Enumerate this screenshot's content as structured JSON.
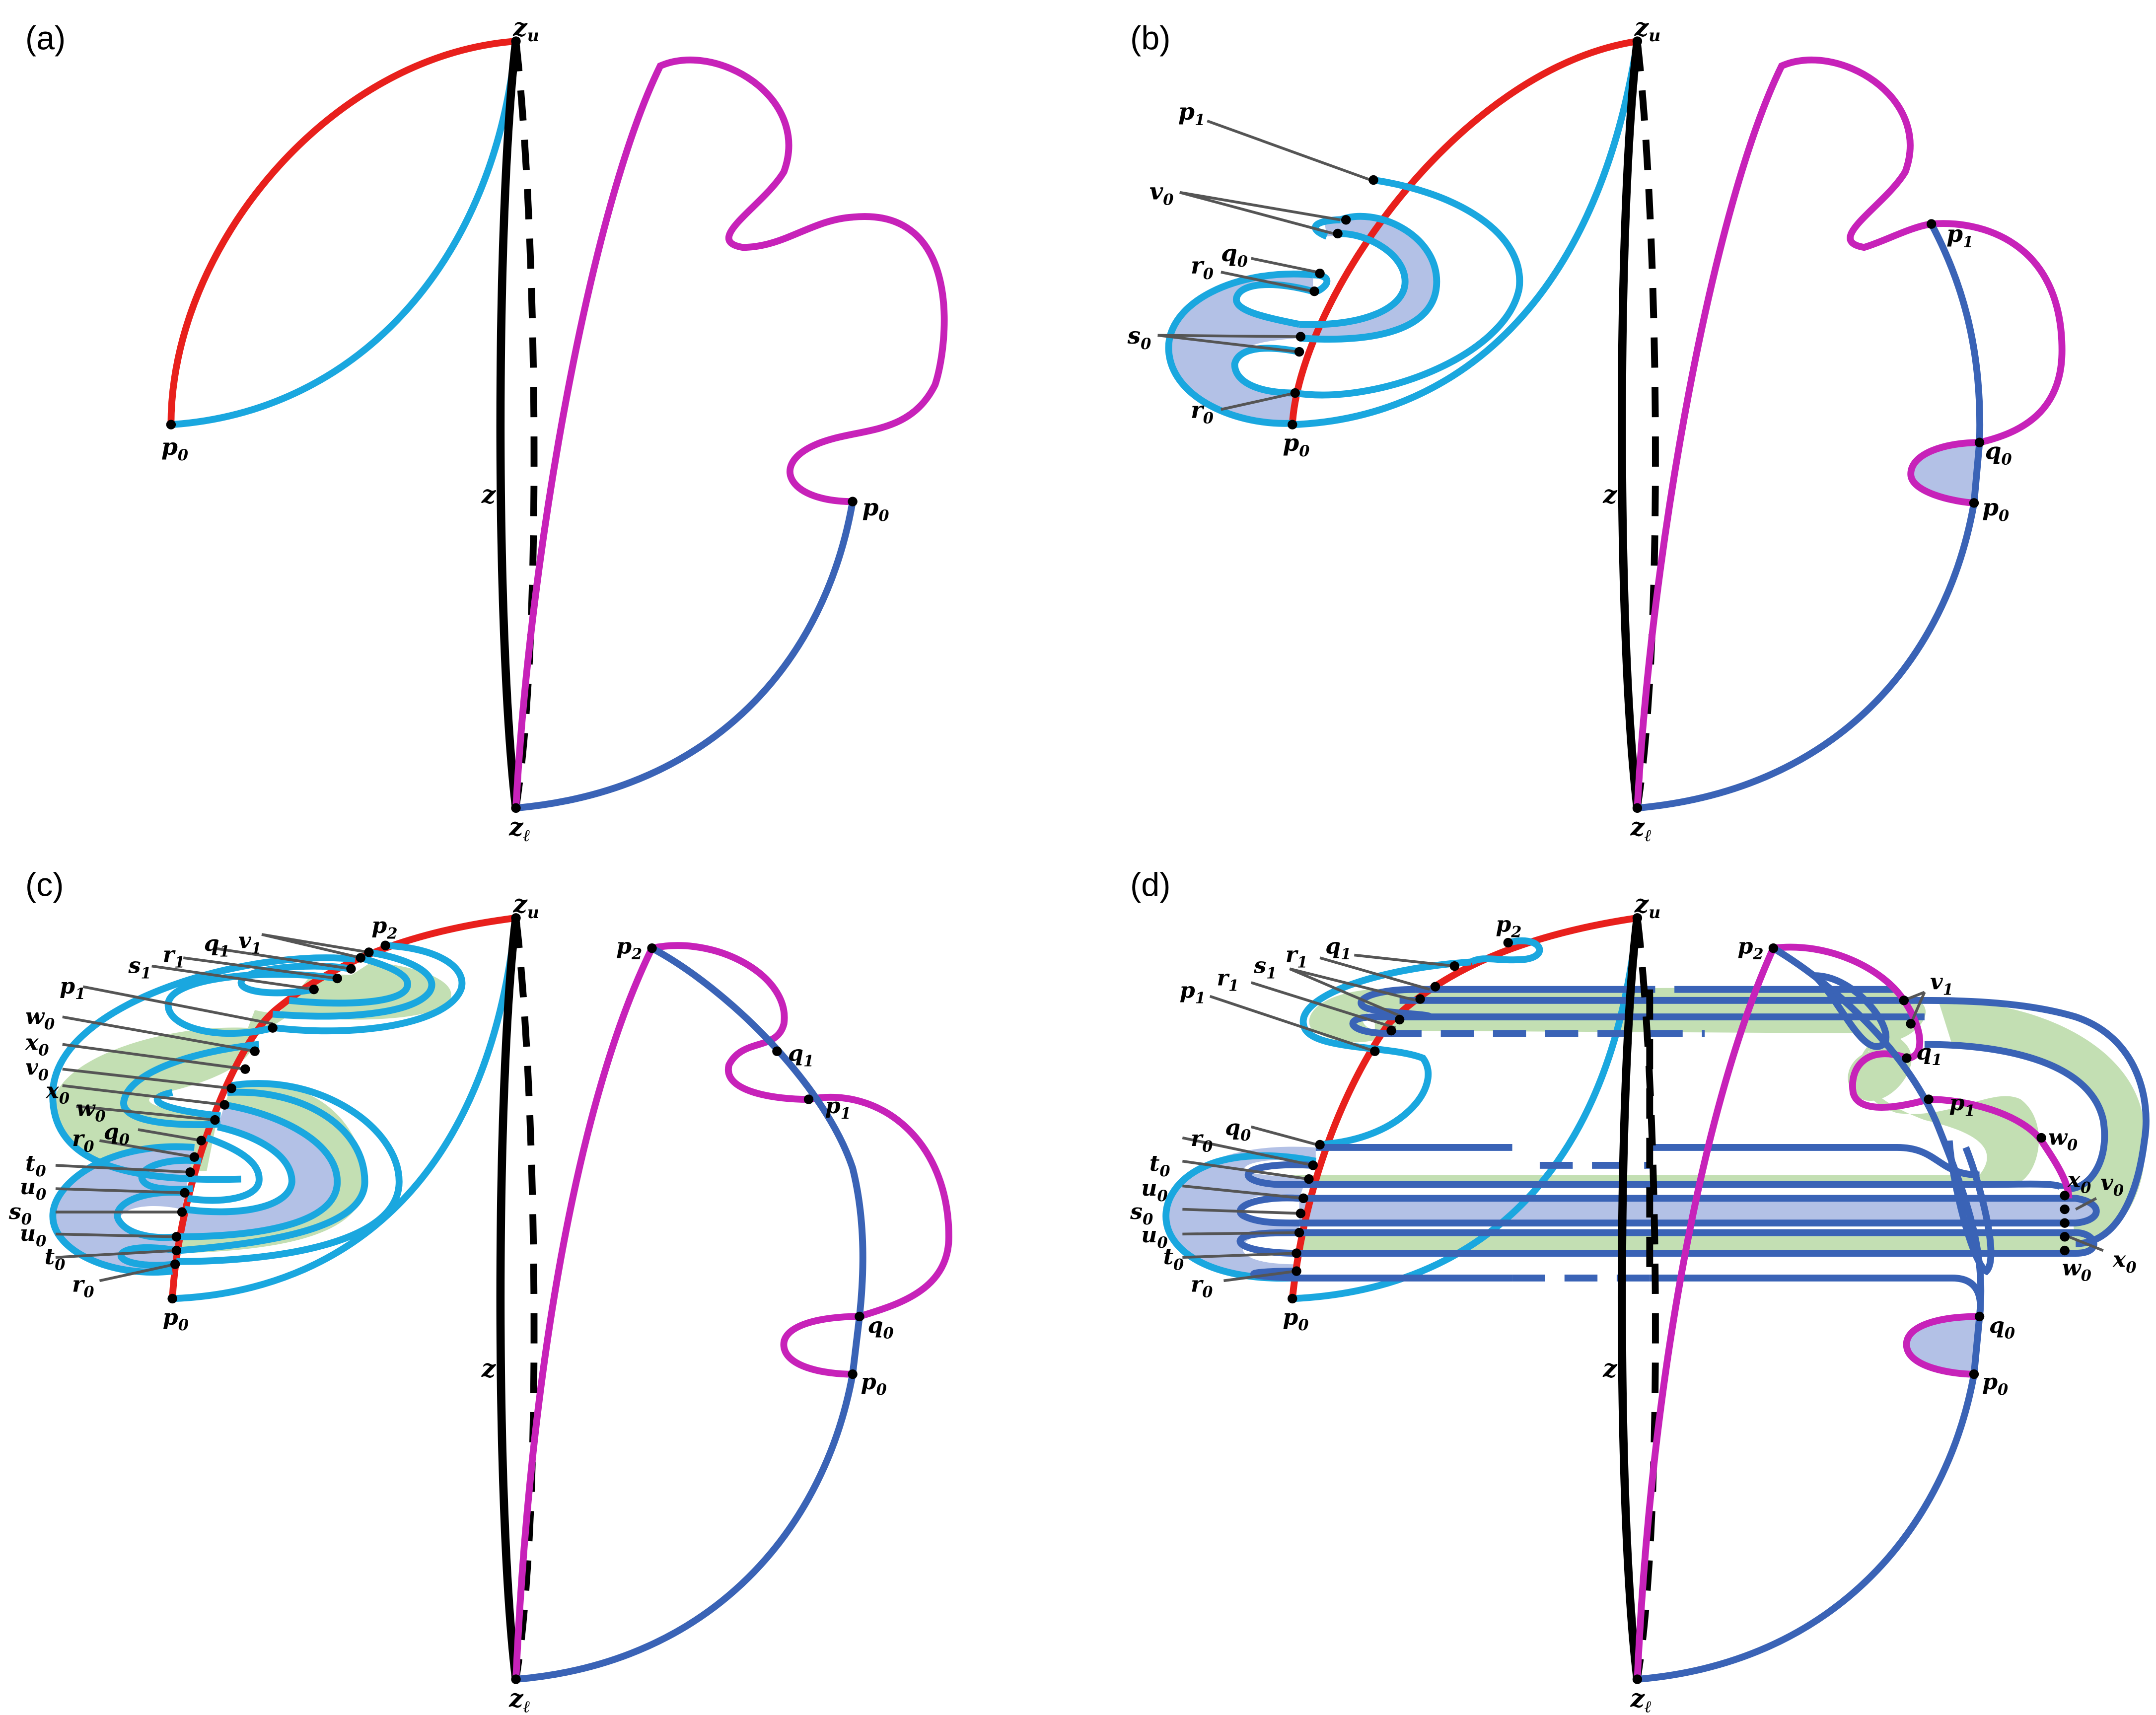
{
  "panels": [
    {
      "label": "(a)",
      "z_u": "z",
      "z_u_sub": "u",
      "z_l": "z",
      "z_l_sub": "ℓ",
      "z": "z",
      "points": [
        {
          "b": "p",
          "s": "0"
        },
        {
          "b": "p",
          "s": "0"
        }
      ]
    },
    {
      "label": "(b)",
      "z_u": "z",
      "z_u_sub": "u",
      "z_l": "z",
      "z_l_sub": "ℓ",
      "z": "z",
      "points": [
        {
          "b": "p",
          "s": "1"
        },
        {
          "b": "v",
          "s": "0"
        },
        {
          "b": "q",
          "s": "0"
        },
        {
          "b": "r",
          "s": "0"
        },
        {
          "b": "s",
          "s": "0"
        },
        {
          "b": "r",
          "s": "0"
        },
        {
          "b": "p",
          "s": "0"
        },
        {
          "b": "p",
          "s": "1"
        },
        {
          "b": "q",
          "s": "0"
        },
        {
          "b": "p",
          "s": "0"
        }
      ]
    },
    {
      "label": "(c)",
      "z_u": "z",
      "z_u_sub": "u",
      "z_l": "z",
      "z_l_sub": "ℓ",
      "z": "z",
      "points": [
        {
          "b": "p",
          "s": "2"
        },
        {
          "b": "q",
          "s": "1"
        },
        {
          "b": "v",
          "s": "1"
        },
        {
          "b": "r",
          "s": "1"
        },
        {
          "b": "s",
          "s": "1"
        },
        {
          "b": "p",
          "s": "1"
        },
        {
          "b": "w",
          "s": "0"
        },
        {
          "b": "x",
          "s": "0"
        },
        {
          "b": "v",
          "s": "0"
        },
        {
          "b": "x",
          "s": "0"
        },
        {
          "b": "w",
          "s": "0"
        },
        {
          "b": "r",
          "s": "0"
        },
        {
          "b": "q",
          "s": "0"
        },
        {
          "b": "t",
          "s": "0"
        },
        {
          "b": "u",
          "s": "0"
        },
        {
          "b": "s",
          "s": "0"
        },
        {
          "b": "u",
          "s": "0"
        },
        {
          "b": "t",
          "s": "0"
        },
        {
          "b": "r",
          "s": "0"
        },
        {
          "b": "p",
          "s": "0"
        },
        {
          "b": "p",
          "s": "2"
        },
        {
          "b": "q",
          "s": "1"
        },
        {
          "b": "p",
          "s": "1"
        },
        {
          "b": "q",
          "s": "0"
        },
        {
          "b": "p",
          "s": "0"
        }
      ]
    },
    {
      "label": "(d)",
      "z_u": "z",
      "z_u_sub": "u",
      "z_l": "z",
      "z_l_sub": "ℓ",
      "z": "z",
      "points": [
        {
          "b": "p",
          "s": "2"
        },
        {
          "b": "q",
          "s": "1"
        },
        {
          "b": "r",
          "s": "1"
        },
        {
          "b": "s",
          "s": "1"
        },
        {
          "b": "r",
          "s": "1"
        },
        {
          "b": "p",
          "s": "1"
        },
        {
          "b": "r",
          "s": "0"
        },
        {
          "b": "q",
          "s": "0"
        },
        {
          "b": "t",
          "s": "0"
        },
        {
          "b": "u",
          "s": "0"
        },
        {
          "b": "s",
          "s": "0"
        },
        {
          "b": "u",
          "s": "0"
        },
        {
          "b": "t",
          "s": "0"
        },
        {
          "b": "r",
          "s": "0"
        },
        {
          "b": "p",
          "s": "0"
        },
        {
          "b": "p",
          "s": "2"
        },
        {
          "b": "v",
          "s": "1"
        },
        {
          "b": "q",
          "s": "1"
        },
        {
          "b": "p",
          "s": "1"
        },
        {
          "b": "w",
          "s": "0"
        },
        {
          "b": "x",
          "s": "0"
        },
        {
          "b": "v",
          "s": "0"
        },
        {
          "b": "w",
          "s": "0"
        },
        {
          "b": "x",
          "s": "0"
        },
        {
          "b": "q",
          "s": "0"
        },
        {
          "b": "p",
          "s": "0"
        }
      ]
    }
  ]
}
